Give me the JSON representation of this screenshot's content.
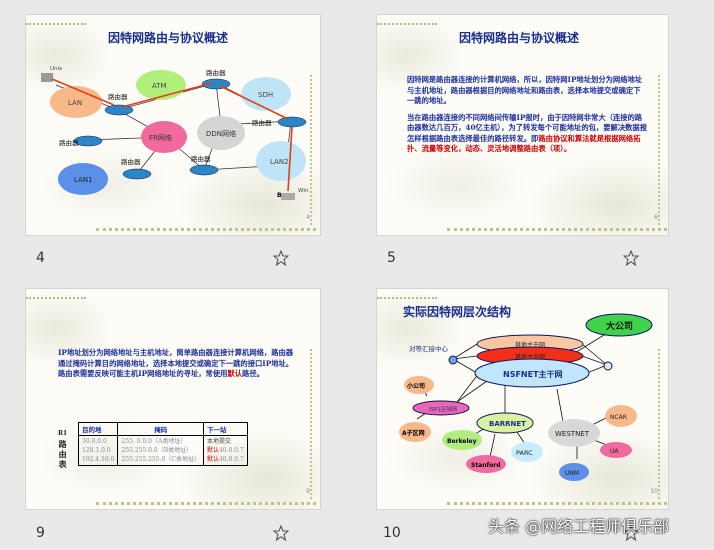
{
  "slides": [
    {
      "number": "4",
      "page": "4",
      "title": "因特网路由与协议概述",
      "diagram": {
        "unix": "Unix",
        "lan": "LAN",
        "atm": "ATM",
        "router": "路由器",
        "sdh": "SDH",
        "fr": "FR网络",
        "ddn": "DDN网络",
        "lan1": "LAN1",
        "lan2": "LAN2",
        "b": "B",
        "win": "Win"
      }
    },
    {
      "number": "5",
      "page": "6",
      "title": "因特网路由与协议概述",
      "p1": "因特网是路由器连接的计算机网络，所以，因特网IP地址划分为网络地址与主机地址，路由器根据目的网络地址和路由表，选择本地提交或确定下一跳的地址。",
      "p2_blue": "当在路由器连接的不同网络间传输IP报时，由于因特网非常大（连接的路由器数达几百万，40亿主机），为了转发每个可能地址的包，要解决数据报怎样根据路由表选择最佳的路径转发。即",
      "p2_red": "路由协议和算法就是根据网络拓扑、流量等变化，动态、灵活地调整路由表（项）。"
    },
    {
      "number": "9",
      "page": "9",
      "p1": "IP地址划分为网络地址与主机地址，简单路由器连接计算机网络，路由器通过掩码计算目的网络地址，选择本地提交或确定下一跳的接口IP地址。路由表需要反映可能主机IP网络地址的寻址，常使用",
      "p1_red": "默认",
      "p1_end": "路径。",
      "table_label": [
        "R1",
        "路",
        "由",
        "表"
      ],
      "headers": [
        "目的地",
        "掩码",
        "下一站"
      ],
      "rows": [
        {
          "dest": "30.0.0.0",
          "mask": "255. 0.0.0（A类地址）",
          "next_red": "",
          "next": "本地提交"
        },
        {
          "dest": "128.1.0.0",
          "mask": "255.255.0.0（B类地址）",
          "next_red": "默认",
          "next": "40.0.0.7"
        },
        {
          "dest": "192.4.10.0",
          "mask": "255.255.255.0（C类地址）",
          "next_red": "默认",
          "next": "40.0.0.7"
        }
      ]
    },
    {
      "number": "10",
      "page": "10",
      "title": "实际因特网层次结构",
      "diagram": {
        "big_company": "大公司",
        "peer": "对等汇接中心",
        "other1": "其他主干网",
        "other2": "其他主干网",
        "nsfnet": "NSFNET主干网",
        "small": "小公司",
        "isp": "ISP1区域网",
        "a": "A子区网",
        "barrnet": "BARRNET",
        "berkeley": "Berkeley",
        "stanford": "Stanford",
        "parc": "PARC",
        "westnet": "WESTNET",
        "ncar": "NCAR",
        "ua": "UA",
        "unm": "UNM"
      }
    }
  ],
  "watermark": "头条 @网络工程师俱乐部",
  "icons": {
    "star": "star-outline-icon"
  }
}
